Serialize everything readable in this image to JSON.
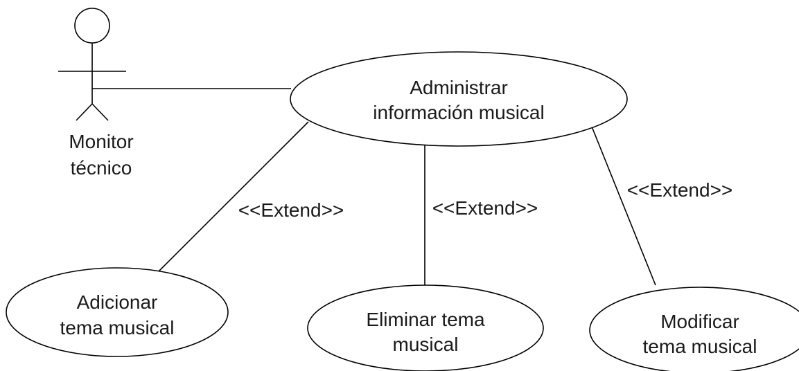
{
  "actor": {
    "name_line1": "Monitor",
    "name_line2": "técnico"
  },
  "use_cases": {
    "main": {
      "line1": "Administrar",
      "line2": "información musical"
    },
    "add": {
      "line1": "Adicionar",
      "line2": "tema musical"
    },
    "delete": {
      "line1": "Eliminar tema",
      "line2": "musical"
    },
    "modify": {
      "line1": "Modificar",
      "line2": "tema musical"
    }
  },
  "relations": {
    "extend_add": "<<Extend>>",
    "extend_delete": "<<Extend>>",
    "extend_modify": "<<Extend>>"
  }
}
